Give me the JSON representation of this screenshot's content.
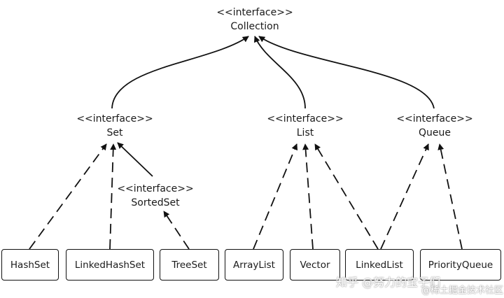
{
  "interfaces": {
    "collection": {
      "stereotype": "<<interface>>",
      "name": "Collection"
    },
    "set": {
      "stereotype": "<<interface>>",
      "name": "Set"
    },
    "list": {
      "stereotype": "<<interface>>",
      "name": "List"
    },
    "queue": {
      "stereotype": "<<interface>>",
      "name": "Queue"
    },
    "sortedset": {
      "stereotype": "<<interface>>",
      "name": "SortedSet"
    }
  },
  "classes": {
    "hashset": "HashSet",
    "linkedhashset": "LinkedHashSet",
    "treeset": "TreeSet",
    "arraylist": "ArrayList",
    "vector": "Vector",
    "linkedlist": "LinkedList",
    "priorityqueue": "PriorityQueue"
  },
  "watermark": {
    "zhihu": "知乎 @努力的宝子们",
    "juejin": "@稀土掘金技术社区"
  },
  "colors": {
    "line": "#111111",
    "text": "#1a1a1a",
    "background": "#ffffff"
  }
}
